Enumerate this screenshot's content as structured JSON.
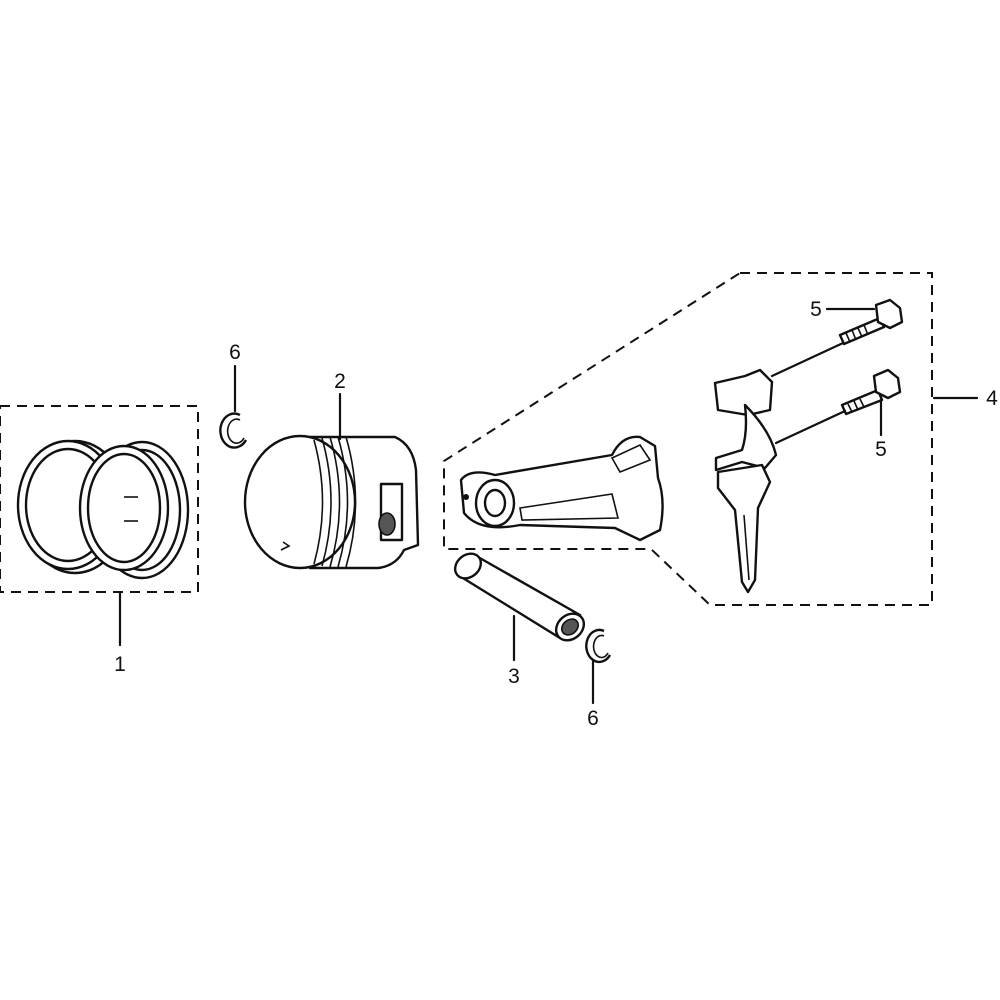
{
  "diagram": {
    "callouts": {
      "piston_rings": "1",
      "piston": "2",
      "piston_pin": "3",
      "connecting_rod_assembly": "4",
      "rod_bolt_upper": "5",
      "rod_bolt_lower": "5",
      "pin_clip_left": "6",
      "pin_clip_right": "6"
    },
    "colors": {
      "line": "#111111",
      "background": "#ffffff",
      "shade": "#bdbdbd"
    }
  }
}
